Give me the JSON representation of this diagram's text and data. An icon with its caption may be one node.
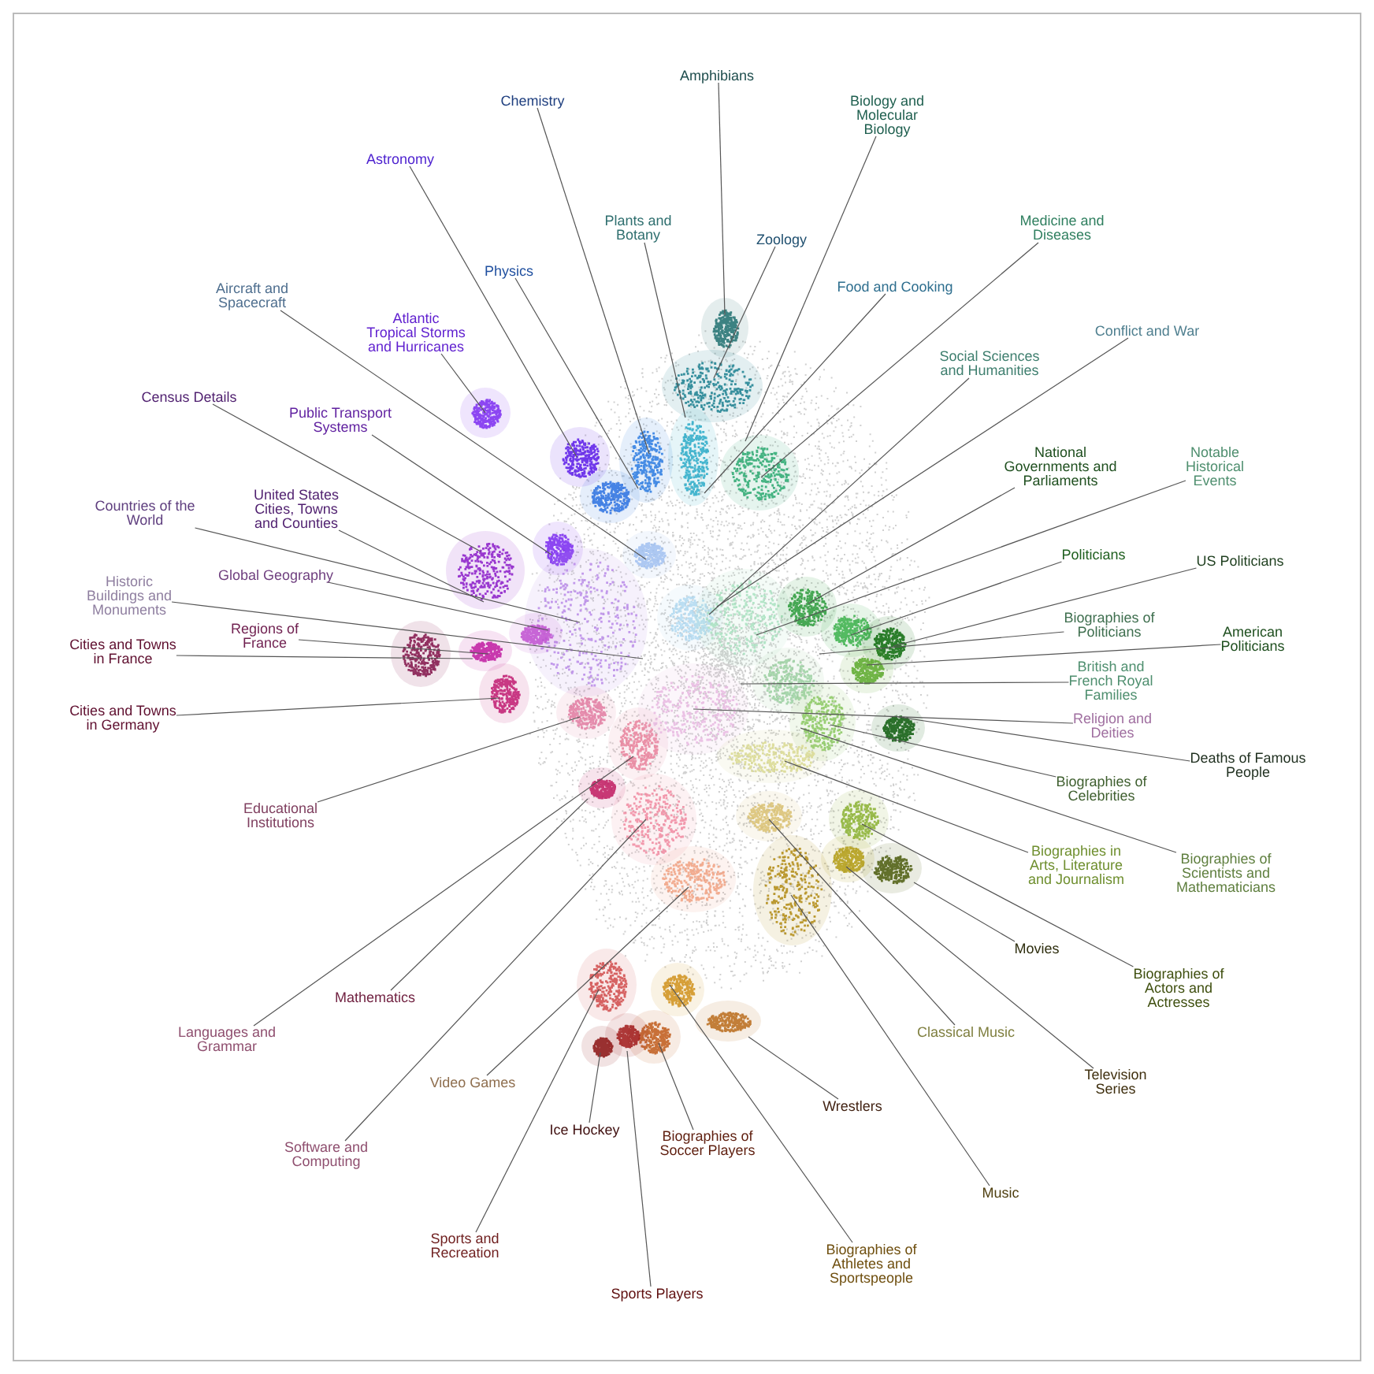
{
  "diagram": {
    "nodes": [
      {
        "text": [
          "Amphibians"
        ]
      },
      {
        "text": [
          "Chemistry"
        ]
      },
      {
        "text": [
          "Biology and Molecular Biology"
        ]
      },
      {
        "text": [
          "Astronomy"
        ]
      },
      {
        "text": [
          "Plants and Botany"
        ]
      },
      {
        "text": [
          "Zoology"
        ]
      },
      {
        "text": [
          "Food and Cooking"
        ]
      },
      {
        "text": [
          "Medicine and Diseases"
        ]
      },
      {
        "text": [
          "Physics"
        ]
      },
      {
        "text": [
          "Aircraft and Spacecraft"
        ]
      },
      {
        "text": [
          "Atlantic Tropical Storms and Hurricanes"
        ]
      },
      {
        "text": [
          "Social Sciences and Humanities"
        ]
      },
      {
        "text": [
          "Conflict and War"
        ]
      },
      {
        "text": [
          "Census Details"
        ]
      },
      {
        "text": [
          "Public Transport Systems"
        ]
      },
      {
        "text": [
          "National Governments and Parliaments"
        ]
      },
      {
        "text": [
          "Notable Historical Events"
        ]
      },
      {
        "text": [
          "Countries of the World"
        ]
      },
      {
        "text": [
          "United States Cities, Towns and Counties"
        ]
      },
      {
        "text": [
          "Politicians"
        ]
      },
      {
        "text": [
          "US Politicians"
        ]
      },
      {
        "text": [
          "Global Geography"
        ]
      },
      {
        "text": [
          "Historic Buildings and Monuments"
        ]
      },
      {
        "text": [
          "Biographies of Politicians"
        ]
      },
      {
        "text": [
          "American Politicians"
        ]
      },
      {
        "text": [
          "Regions of France"
        ]
      },
      {
        "text": [
          "Cities and Towns in France"
        ]
      },
      {
        "text": [
          "British and French Royal Families"
        ]
      },
      {
        "text": [
          "Cities and Towns in Germany"
        ]
      },
      {
        "text": [
          "Religion and Deities"
        ]
      },
      {
        "text": [
          "Deaths of Famous People"
        ]
      },
      {
        "text": [
          "Biographies of Celebrities"
        ]
      },
      {
        "text": [
          "Educational Institutions"
        ]
      },
      {
        "text": [
          "Biographies of Scientists and Mathematicians"
        ]
      },
      {
        "text": [
          "Biographies in Arts, Literature and Journalism"
        ]
      },
      {
        "text": [
          "Movies"
        ]
      },
      {
        "text": [
          "Biographies of Actors and Actresses"
        ]
      },
      {
        "text": [
          "Mathematics"
        ]
      },
      {
        "text": [
          "Languages and Grammar"
        ]
      },
      {
        "text": [
          "Classical Music"
        ]
      },
      {
        "text": [
          "Video Games"
        ]
      },
      {
        "text": [
          "Television Series"
        ]
      },
      {
        "text": [
          "Ice Hockey"
        ]
      },
      {
        "text": [
          "Biographies of Soccer Players"
        ]
      },
      {
        "text": [
          "Wrestlers"
        ]
      },
      {
        "text": [
          "Software and Computing"
        ]
      },
      {
        "text": [
          "Sports and Recreation"
        ]
      },
      {
        "text": [
          "Music"
        ]
      },
      {
        "text": [
          "Sports Players"
        ]
      },
      {
        "text": [
          "Biographies of Athletes and Sportspeople"
        ]
      }
    ],
    "edges": [
      {
        "from": 0,
        "to": null,
        "arrow": "none"
      },
      {
        "from": 1,
        "to": null,
        "arrow": "none"
      },
      {
        "from": 2,
        "to": null,
        "arrow": "none"
      },
      {
        "from": 3,
        "to": null,
        "arrow": "none"
      },
      {
        "from": 4,
        "to": null,
        "arrow": "none"
      },
      {
        "from": 5,
        "to": null,
        "arrow": "none"
      },
      {
        "from": 6,
        "to": null,
        "arrow": "none"
      },
      {
        "from": 7,
        "to": null,
        "arrow": "none"
      },
      {
        "from": 8,
        "to": null,
        "arrow": "none"
      },
      {
        "from": 9,
        "to": null,
        "arrow": "none"
      },
      {
        "from": 10,
        "to": null,
        "arrow": "none"
      },
      {
        "from": 11,
        "to": null,
        "arrow": "none"
      },
      {
        "from": 12,
        "to": null,
        "arrow": "none"
      },
      {
        "from": 13,
        "to": null,
        "arrow": "none"
      },
      {
        "from": 14,
        "to": null,
        "arrow": "none"
      },
      {
        "from": 15,
        "to": null,
        "arrow": "none"
      },
      {
        "from": 16,
        "to": null,
        "arrow": "none"
      },
      {
        "from": 17,
        "to": null,
        "arrow": "none"
      },
      {
        "from": 18,
        "to": null,
        "arrow": "none"
      },
      {
        "from": 19,
        "to": null,
        "arrow": "none"
      },
      {
        "from": 20,
        "to": null,
        "arrow": "none"
      },
      {
        "from": 21,
        "to": null,
        "arrow": "none"
      },
      {
        "from": 22,
        "to": null,
        "arrow": "none"
      },
      {
        "from": 23,
        "to": null,
        "arrow": "none"
      },
      {
        "from": 24,
        "to": null,
        "arrow": "none"
      },
      {
        "from": 25,
        "to": null,
        "arrow": "none"
      },
      {
        "from": 26,
        "to": null,
        "arrow": "none"
      },
      {
        "from": 27,
        "to": null,
        "arrow": "none"
      },
      {
        "from": 28,
        "to": null,
        "arrow": "none"
      },
      {
        "from": 29,
        "to": null,
        "arrow": "none"
      },
      {
        "from": 30,
        "to": null,
        "arrow": "none"
      },
      {
        "from": 31,
        "to": null,
        "arrow": "none"
      },
      {
        "from": 32,
        "to": null,
        "arrow": "none"
      },
      {
        "from": 33,
        "to": null,
        "arrow": "none"
      },
      {
        "from": 34,
        "to": null,
        "arrow": "none"
      },
      {
        "from": 35,
        "to": null,
        "arrow": "none"
      },
      {
        "from": 36,
        "to": null,
        "arrow": "none"
      },
      {
        "from": 37,
        "to": null,
        "arrow": "none"
      },
      {
        "from": 38,
        "to": null,
        "arrow": "none"
      },
      {
        "from": 39,
        "to": null,
        "arrow": "none"
      },
      {
        "from": 40,
        "to": null,
        "arrow": "none"
      },
      {
        "from": 41,
        "to": null,
        "arrow": "none"
      },
      {
        "from": 42,
        "to": null,
        "arrow": "none"
      },
      {
        "from": 43,
        "to": null,
        "arrow": "none"
      },
      {
        "from": 44,
        "to": null,
        "arrow": "none"
      },
      {
        "from": 45,
        "to": null,
        "arrow": "none"
      },
      {
        "from": 46,
        "to": null,
        "arrow": "none"
      },
      {
        "from": 47,
        "to": null,
        "arrow": "none"
      },
      {
        "from": 48,
        "to": null,
        "arrow": "none"
      },
      {
        "from": 49,
        "to": null,
        "arrow": "none"
      }
    ]
  }
}
